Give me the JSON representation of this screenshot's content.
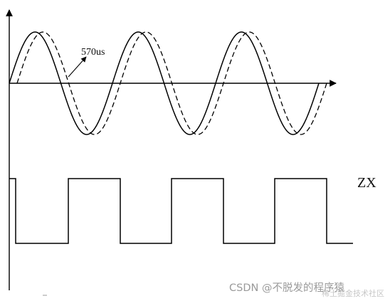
{
  "figure": {
    "annotation": "570us",
    "signal_label": "ZX",
    "watermark": "CSDN @不脱发的程序猿",
    "watermark_faint": "稀土掘金技术社区"
  },
  "waveforms": {
    "sine_cycles": 3,
    "reference": {
      "style": "solid"
    },
    "delayed": {
      "style": "dashed"
    },
    "square": {
      "label": "ZX",
      "pulses": 3
    }
  }
}
